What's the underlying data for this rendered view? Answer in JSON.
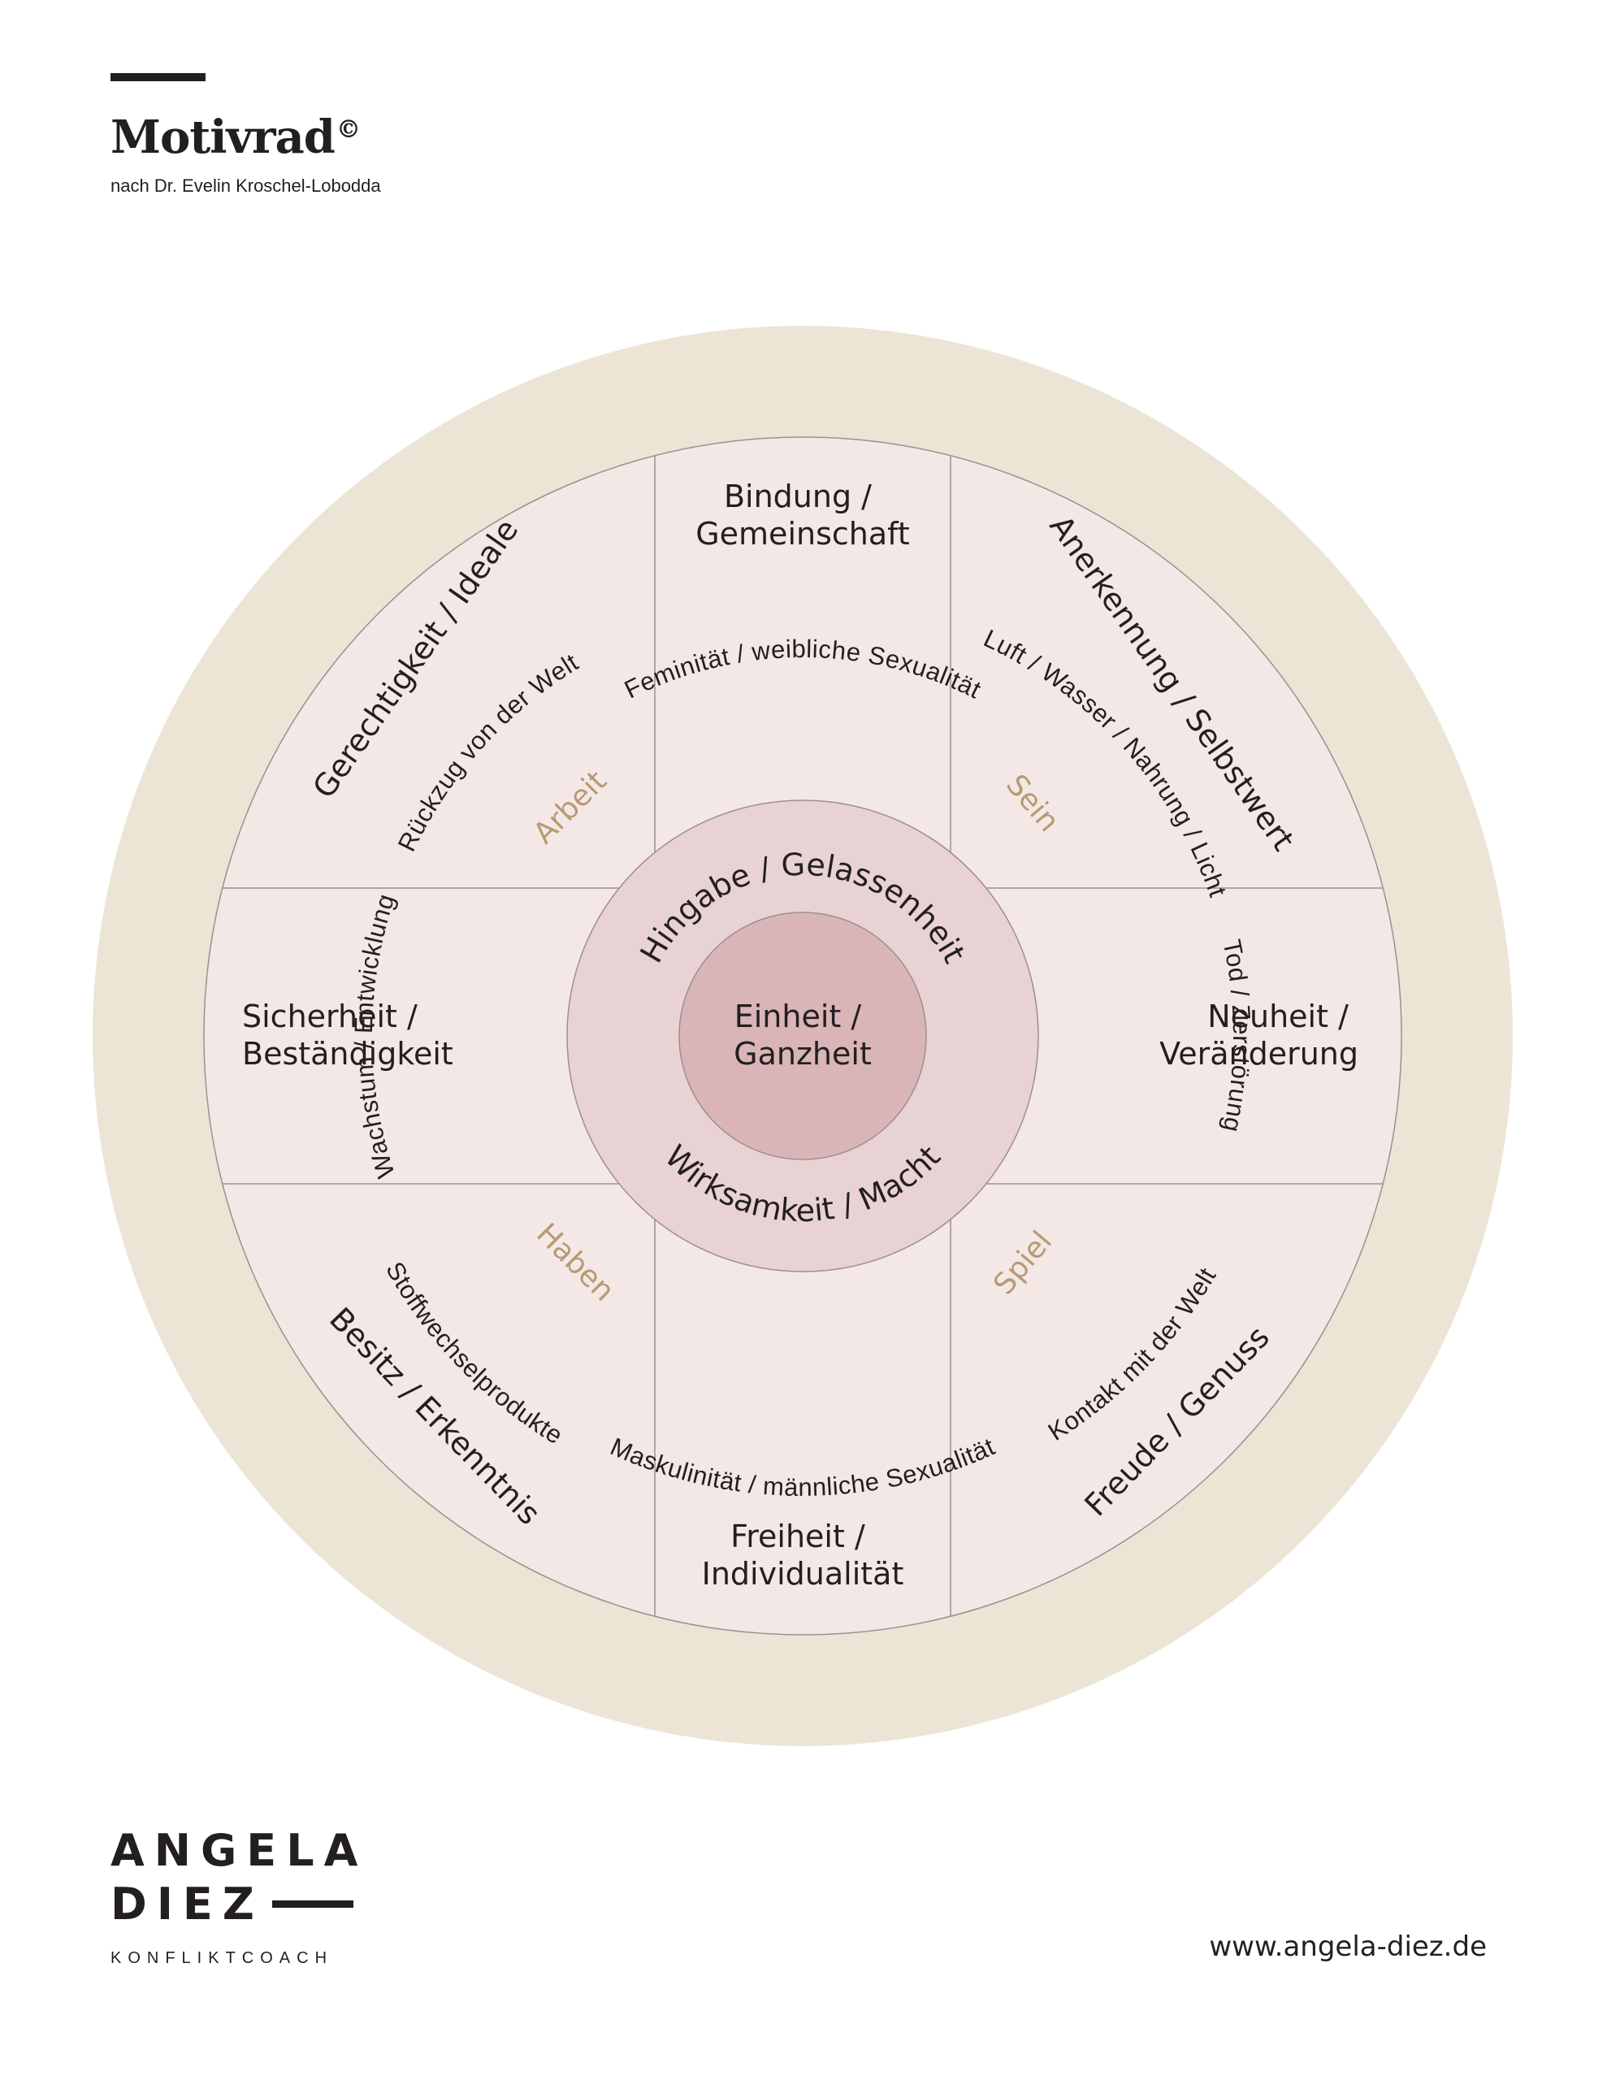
{
  "header": {
    "title": "Motivrad",
    "title_mark": "©",
    "subtitle": "nach Dr. Evelin Kroschel-Lobodda"
  },
  "wheel": {
    "colors": {
      "outer_ring": "#ece4d5",
      "segments": "#f4e8e7",
      "inner_ring": "#e9d2d4",
      "core": "#d9b5b8",
      "lines": "#9c8f91",
      "text": "#231f20",
      "category": "#b89a73"
    },
    "outer_ring": {
      "top": "Feminität / weibliche Sexualität",
      "top_left": "Rückzug von der Welt",
      "top_right": "Luft / Wasser / Nahrung / Licht",
      "left": "Wachstum / Entwicklung",
      "right": "Tod / Zerstörung",
      "bottom_left": "Stoffwechselprodukte",
      "bottom_right": "Kontakt mit der Welt",
      "bottom": "Maskulinität / männliche Sexualität"
    },
    "segments": {
      "top": [
        "Bindung /",
        "Gemeinschaft"
      ],
      "left": [
        "Sicherheit /",
        "Beständigkeit"
      ],
      "right": [
        "Neuheit /",
        "Veränderung"
      ],
      "bottom": [
        "Freiheit /",
        "Individualität"
      ],
      "top_left": "Gerechtigkeit / Ideale",
      "top_right": "Anerkennung / Selbstwert",
      "bottom_left": "Besitz / Erkenntnis",
      "bottom_right": "Freude / Genuss"
    },
    "categories": {
      "top_left": "Arbeit",
      "top_right": "Sein",
      "bottom_left": "Haben",
      "bottom_right": "Spiel"
    },
    "inner_ring": {
      "top": "Hingabe / Gelassenheit",
      "bottom": "Wirksamkeit / Macht"
    },
    "core": [
      "Einheit /",
      "Ganzheit"
    ]
  },
  "footer": {
    "logo_line1": "ANGELA",
    "logo_line2": "DIEZ",
    "logo_sub": "KONFLIKTCOACH",
    "website": "www.angela-diez.de"
  }
}
